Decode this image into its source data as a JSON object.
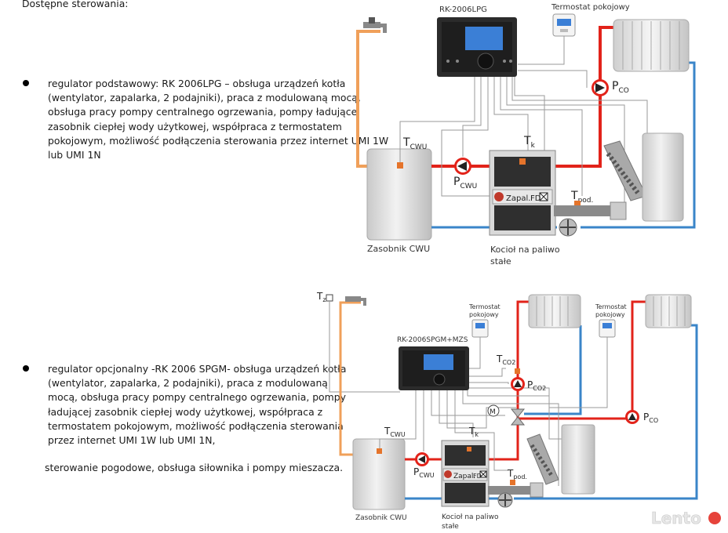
{
  "header": {
    "title": "Dostępne sterowania:"
  },
  "option1": {
    "lines": [
      "regulator podstawowy: RK 2006LPG – obsługa urządzeń kotła",
      "(wentylator, zapalarka, 2 podajniki), praca z modulowaną mocą,",
      "obsługa pracy pompy centralnego ogrzewania, pompy ładującej",
      "zasobnik ciepłej wody użytkowej, współpraca z termostatem",
      "pokojowym, możliwość podłączenia sterowania przez internet UMI 1W",
      "lub UMI 1N"
    ]
  },
  "option2": {
    "lines": [
      "regulator opcjonalny -RK 2006 SPGM- obsługa urządzeń kotła",
      "(wentylator, zapalarka, 2 podajniki), praca z modulowaną",
      "mocą, obsługa pracy pompy centralnego ogrzewania, pompy",
      "ładującej zasobnik ciepłej wody użytkowej, współpraca z",
      "termostatem pokojowym, możliwość podłączenia sterowania",
      "przez internet UMI 1W lub UMI 1N,"
    ],
    "extra": "sterowanie pogodowe, obsługa siłownika i pompy mieszacza."
  },
  "diagram1": {
    "controller": "RK-2006LPG",
    "thermostat": "Termostat pokojowy",
    "tank": "Zasobnik CWU",
    "boiler_line1": "Kocioł na paliwo",
    "boiler_line2": "stałe",
    "t_main": "T",
    "t_cwu_sub": "CWU",
    "t_k_sub": "k",
    "t_pod_sub": "pod.",
    "p_main": "P",
    "p_co_sub": "CO",
    "p_cwu_sub": "CWU",
    "zapal": "Zapal.",
    "fd": "FD"
  },
  "diagram2": {
    "controller": "RK-2006SPGM+MZS",
    "thermostat_a_line1": "Termostat",
    "thermostat_a_line2": "pokojowy",
    "thermostat_b_line1": "Termostat",
    "thermostat_b_line2": "pokojowy",
    "tank": "Zasobnik CWU",
    "boiler_line1": "Kocioł na paliwo",
    "boiler_line2": "stałe",
    "tz": "T",
    "tz_sub": "z",
    "t_main": "T",
    "t_co2_sub": "CO2",
    "t_cwu_sub": "CWU",
    "t_k_sub": "k",
    "t_pod_sub": "pod.",
    "p_main": "P",
    "p_co2_sub": "CO2",
    "p_co_sub": "CO",
    "p_cwu_sub": "CWU",
    "m_label": "M",
    "zapal": "Zapal.",
    "fd": "FD"
  },
  "watermark": "Lento",
  "colors": {
    "hot": "#e2231a",
    "cold": "#3a85c9",
    "dhw": "#f0a05a",
    "grey": "#d9d9d9",
    "dark": "#2b2b2b",
    "orange": "#e5742b"
  }
}
